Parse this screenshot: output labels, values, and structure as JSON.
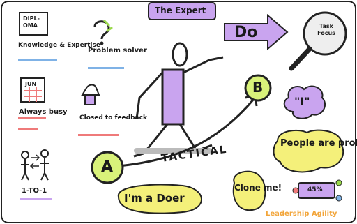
{
  "labels": {
    "title": "The Expert",
    "do": "Do",
    "task_focus": "Task Focus",
    "diploma": "DIPL- OMA",
    "knowledge": "Knowledge & Expertise",
    "problem_solver": "Problem solver",
    "calendar_month": "JUN",
    "always_busy": "Always busy",
    "closed_feedback": "Closed to feedback",
    "one_to_one": "1-TO-1",
    "point_a": "A",
    "point_b": "B",
    "tactical": "TACTICAL",
    "i_quote": "\"I\"",
    "people_problems": "People are problems",
    "clone_me": "Clone me!",
    "percent": "45%",
    "doer": "I'm a Doer",
    "brand": "Leadership Agility"
  },
  "colors": {
    "purple": "#c9a4ef",
    "yellow": "#f4f07a",
    "green": "#d9f27a",
    "blue_ul": "#7fb2e6",
    "red_ul": "#ef7a7a",
    "orange_brand": "#f2a53a",
    "ink": "#1a1a1a"
  },
  "icons": [
    "diploma-icon",
    "question-icon",
    "calendar-icon",
    "people-icon",
    "thumbs-down-icon",
    "magnifier-icon",
    "arrow-icon",
    "stick-figure-icon"
  ]
}
